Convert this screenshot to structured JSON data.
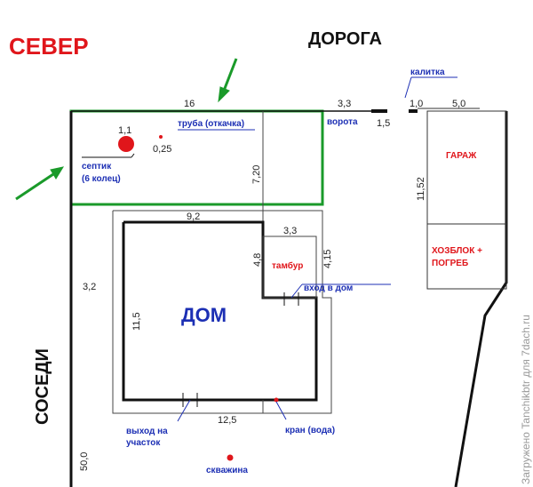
{
  "colors": {
    "blue": "#1c2fb4",
    "red": "#e0161b",
    "green": "#1a9a2a",
    "line": "#111111",
    "thin": "#555555",
    "watermark": "#9a9a9a"
  },
  "labels": {
    "north": "СЕВЕР",
    "road": "ДОРОГА",
    "neighbors": "СОСЕДИ",
    "house": "ДОМ",
    "garage": "ГАРАЖ",
    "storage_line1": "ХОЗБЛОК +",
    "storage_line2": "ПОГРЕБ",
    "gate_small": "калитка",
    "gate": "ворота",
    "pipe": "труба (откачка)",
    "septic_line1": "септик",
    "septic_line2": "(6 колец)",
    "vestibule": "тамбур",
    "entrance": "вход в дом",
    "exit_line1": "выход на",
    "exit_line2": "участок",
    "tap": "кран (вода)",
    "well": "скважина",
    "watermark": "Загружено Tanchikbtr для 7dach.ru"
  },
  "dimensions": {
    "top_width": "16",
    "septic_size": "1,1",
    "septic_offset": "0,25",
    "pipe_length": "7,20",
    "road_gap": "3,3",
    "gate_width": "1,5",
    "gate_small_width": "1,0",
    "garage_width": "5,0",
    "garage_depth": "11,52",
    "house_top": "9,2",
    "vestibule_width": "3,3",
    "vestibule_depth": "4,8",
    "vestibule_depth_outer": "4,15",
    "left_setback": "3,2",
    "house_depth": "11,5",
    "house_bottom": "12,5",
    "plot_depth": "50,0"
  },
  "icons": {
    "arrows": "green-arrow-icon",
    "septic": "red-circle-icon",
    "well": "red-dot-icon"
  }
}
